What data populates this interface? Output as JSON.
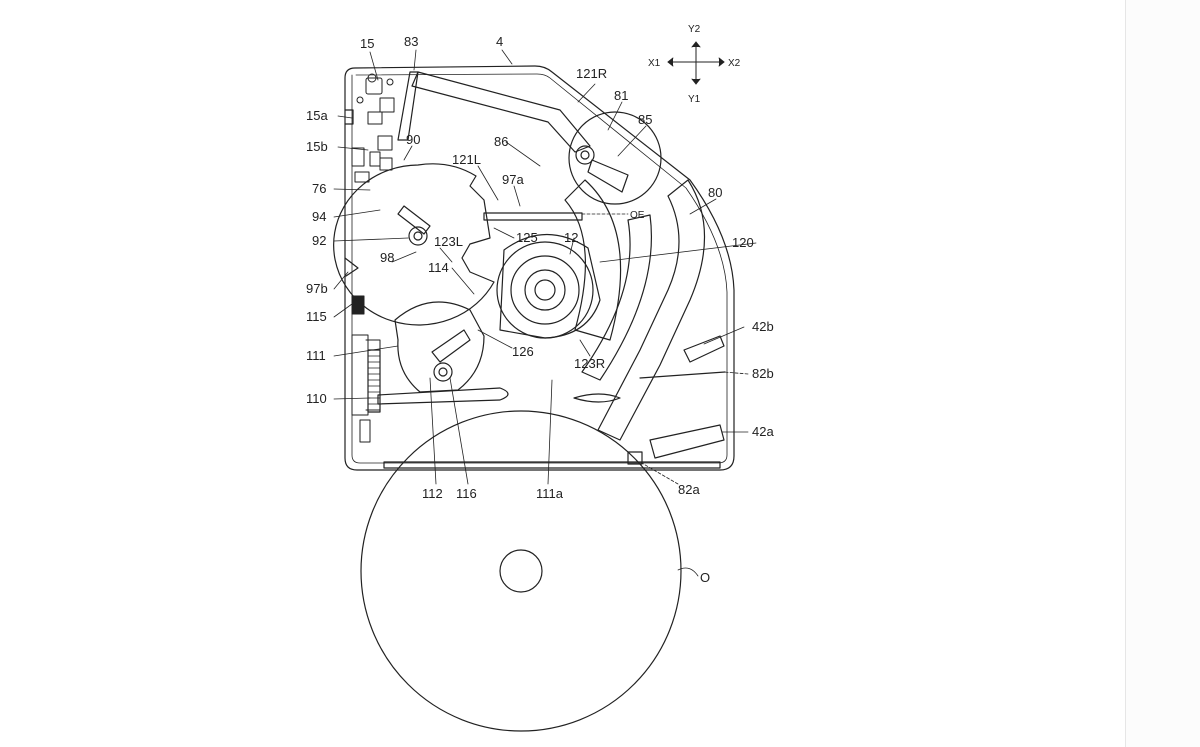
{
  "axes": {
    "y2": "Y2",
    "y1": "Y1",
    "x1": "X1",
    "x2": "X2"
  },
  "labels": {
    "l15": "15",
    "l83": "83",
    "l4": "4",
    "l121R": "121R",
    "l81": "81",
    "l85": "85",
    "l15a": "15a",
    "l15b": "15b",
    "l90": "90",
    "l86": "86",
    "l121L": "121L",
    "l97a": "97a",
    "l76": "76",
    "l80": "80",
    "lOE": "OE",
    "l94": "94",
    "l92": "92",
    "l123L": "123L",
    "l125": "125",
    "l12": "12",
    "l120": "120",
    "l98": "98",
    "l114": "114",
    "l97b": "97b",
    "l42b": "42b",
    "l115": "115",
    "l126": "126",
    "l111": "111",
    "l123R": "123R",
    "l82b": "82b",
    "l110": "110",
    "l42a": "42a",
    "l112": "112",
    "l116": "116",
    "l111a": "111a",
    "l82a": "82a",
    "lO": "O"
  }
}
